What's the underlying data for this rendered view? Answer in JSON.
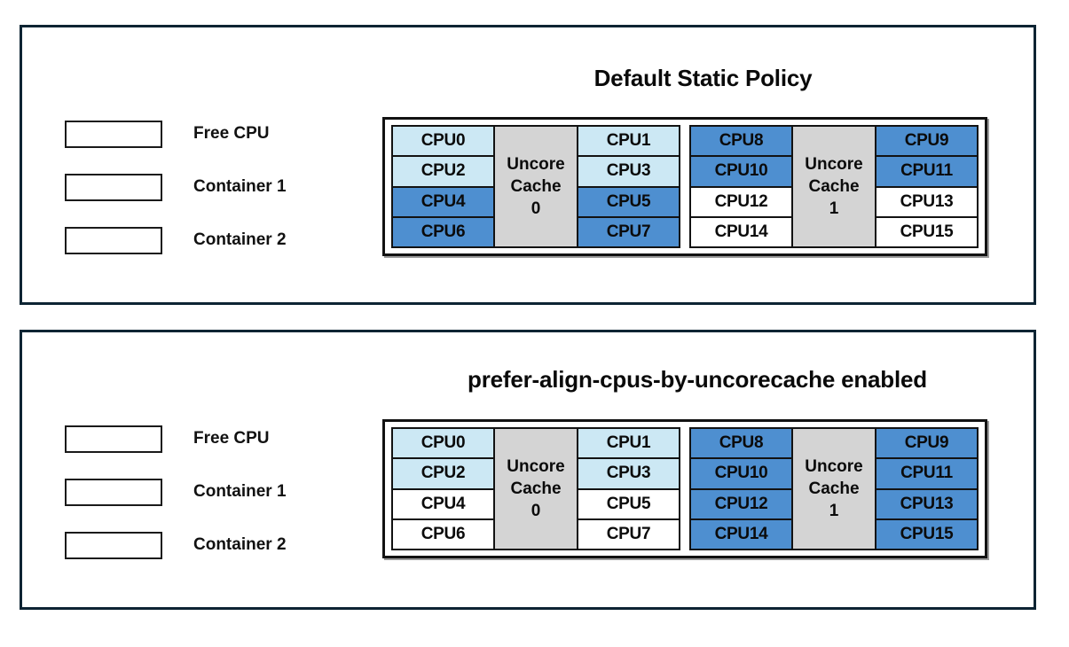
{
  "legend": {
    "items": [
      {
        "label": "Free CPU",
        "style": "free",
        "color": "#ffffff"
      },
      {
        "label": "Container 1",
        "style": "container1",
        "color": "#cce8f4"
      },
      {
        "label": "Container 2",
        "style": "container2",
        "color": "#4e8fd0"
      }
    ]
  },
  "panels": [
    {
      "title": "Default Static Policy",
      "cache_groups": [
        {
          "cache_label_line1": "Uncore",
          "cache_label_line2": "Cache",
          "cache_label_line3": "0",
          "left_column": [
            {
              "label": "CPU0",
              "style": "container1"
            },
            {
              "label": "CPU2",
              "style": "container1"
            },
            {
              "label": "CPU4",
              "style": "container2"
            },
            {
              "label": "CPU6",
              "style": "container2"
            }
          ],
          "right_column": [
            {
              "label": "CPU1",
              "style": "container1"
            },
            {
              "label": "CPU3",
              "style": "container1"
            },
            {
              "label": "CPU5",
              "style": "container2"
            },
            {
              "label": "CPU7",
              "style": "container2"
            }
          ]
        },
        {
          "cache_label_line1": "Uncore",
          "cache_label_line2": "Cache",
          "cache_label_line3": "1",
          "left_column": [
            {
              "label": "CPU8",
              "style": "container2"
            },
            {
              "label": "CPU10",
              "style": "container2"
            },
            {
              "label": "CPU12",
              "style": "free"
            },
            {
              "label": "CPU14",
              "style": "free"
            }
          ],
          "right_column": [
            {
              "label": "CPU9",
              "style": "container2"
            },
            {
              "label": "CPU11",
              "style": "container2"
            },
            {
              "label": "CPU13",
              "style": "free"
            },
            {
              "label": "CPU15",
              "style": "free"
            }
          ]
        }
      ]
    },
    {
      "title": "prefer-align-cpus-by-uncorecache enabled",
      "cache_groups": [
        {
          "cache_label_line1": "Uncore",
          "cache_label_line2": "Cache",
          "cache_label_line3": "0",
          "left_column": [
            {
              "label": "CPU0",
              "style": "container1"
            },
            {
              "label": "CPU2",
              "style": "container1"
            },
            {
              "label": "CPU4",
              "style": "free"
            },
            {
              "label": "CPU6",
              "style": "free"
            }
          ],
          "right_column": [
            {
              "label": "CPU1",
              "style": "container1"
            },
            {
              "label": "CPU3",
              "style": "container1"
            },
            {
              "label": "CPU5",
              "style": "free"
            },
            {
              "label": "CPU7",
              "style": "free"
            }
          ]
        },
        {
          "cache_label_line1": "Uncore",
          "cache_label_line2": "Cache",
          "cache_label_line3": "1",
          "left_column": [
            {
              "label": "CPU8",
              "style": "container2"
            },
            {
              "label": "CPU10",
              "style": "container2"
            },
            {
              "label": "CPU12",
              "style": "container2"
            },
            {
              "label": "CPU14",
              "style": "container2"
            }
          ],
          "right_column": [
            {
              "label": "CPU9",
              "style": "container2"
            },
            {
              "label": "CPU11",
              "style": "container2"
            },
            {
              "label": "CPU13",
              "style": "container2"
            },
            {
              "label": "CPU15",
              "style": "container2"
            }
          ]
        }
      ]
    }
  ]
}
